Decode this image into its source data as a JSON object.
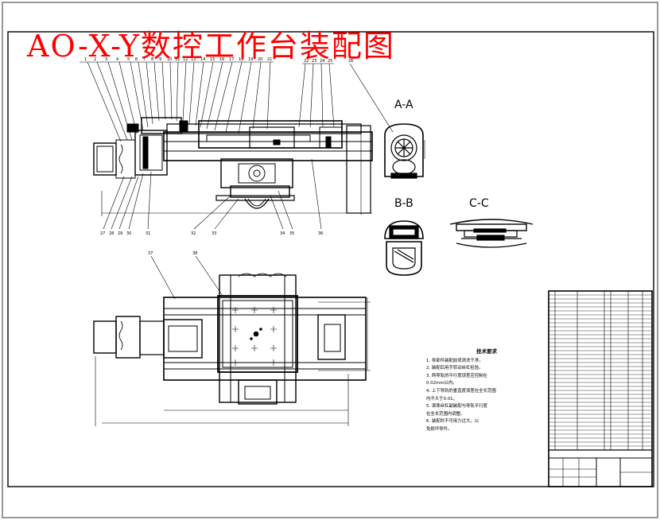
{
  "drawing": {
    "title": "AO-X-Y数控工作台装配图",
    "section_labels": {
      "aa": "A-A",
      "bb": "B-B",
      "cc": "C-C"
    }
  },
  "technical_requirements": {
    "heading": "技术要求",
    "items": [
      "1.   零部件装配前须清洗干净，",
      "2.  装配后用手转动丝杠检验。",
      "3.  两导轨的平行度误差应控制在",
      "0.02mm以内。",
      "4. 上下导轨的垂直度误差在全长范围",
      "内不大于0.01。",
      "5. 滚珠丝杠副装配与导轨平行度",
      "在全长范围内调整。",
      "6. 装配时不可用力过大，以",
      "免损坏零件。"
    ]
  },
  "colors": {
    "title_red": "#ff0000",
    "line": "#000000",
    "background": "#ffffff"
  }
}
